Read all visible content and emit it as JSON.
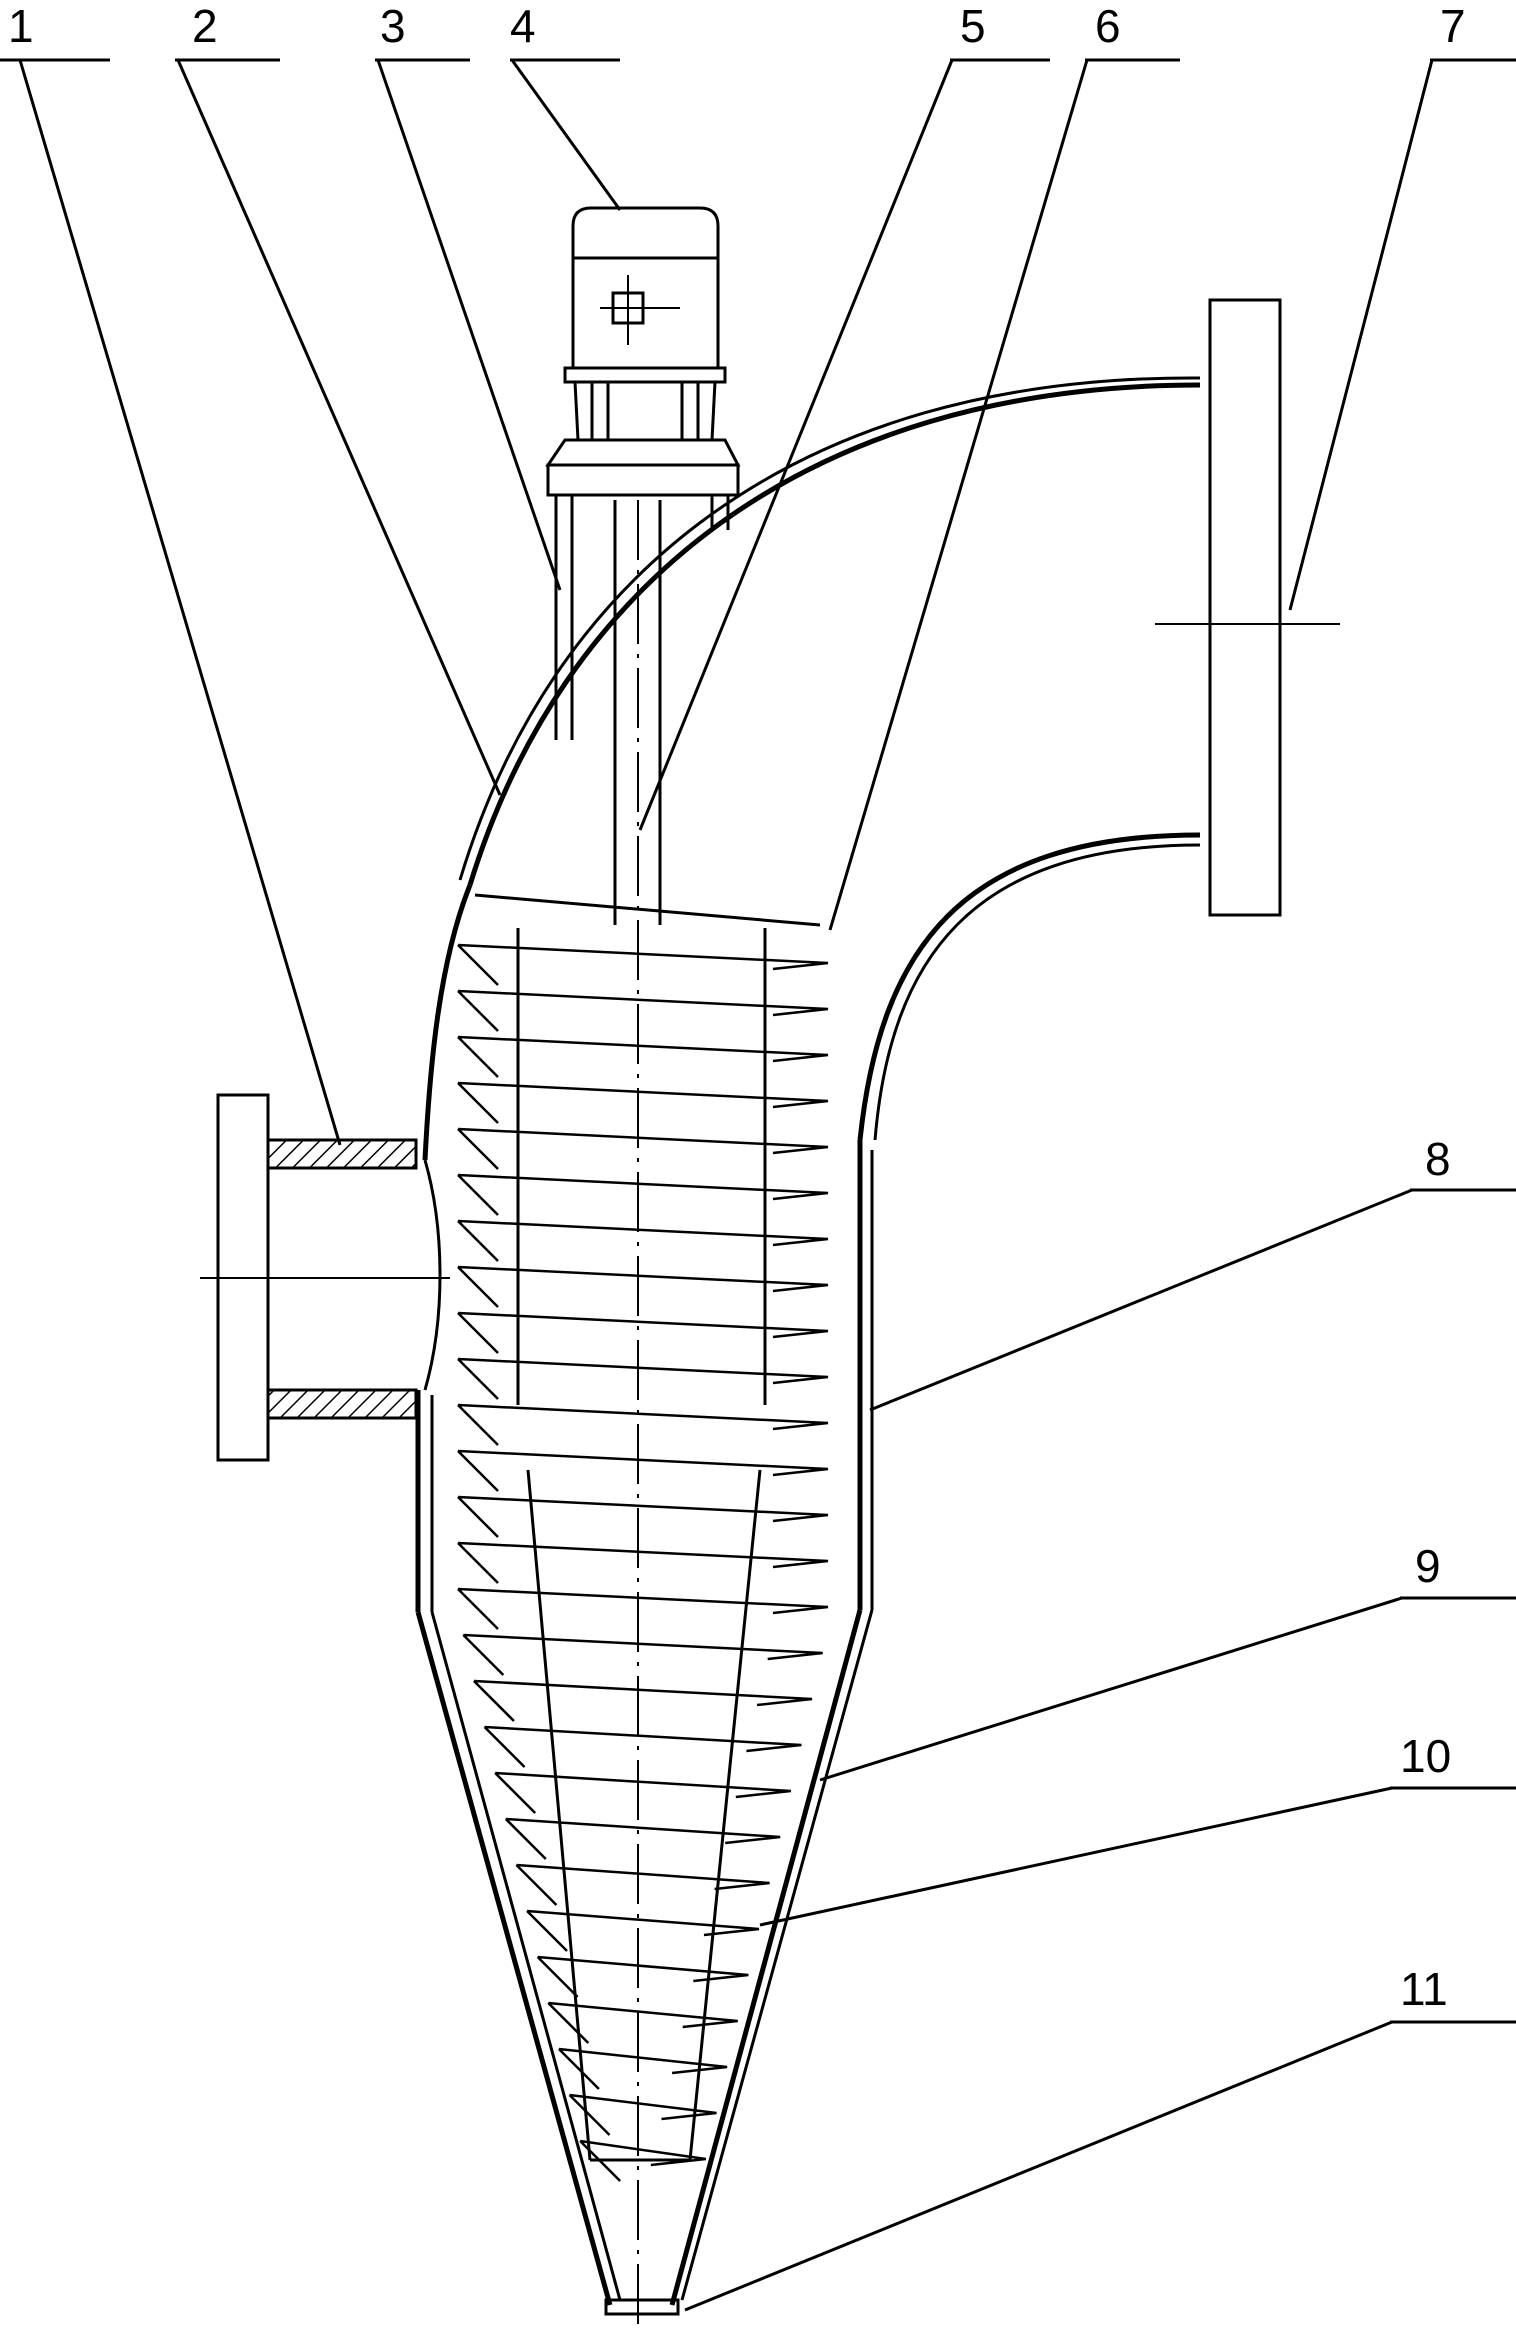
{
  "figure": {
    "callouts": [
      "1",
      "2",
      "3",
      "4",
      "5",
      "6",
      "7",
      "8",
      "9",
      "10",
      "11"
    ]
  },
  "colors": {
    "line": "#000000",
    "background": "#ffffff",
    "hatch": "#000000"
  }
}
